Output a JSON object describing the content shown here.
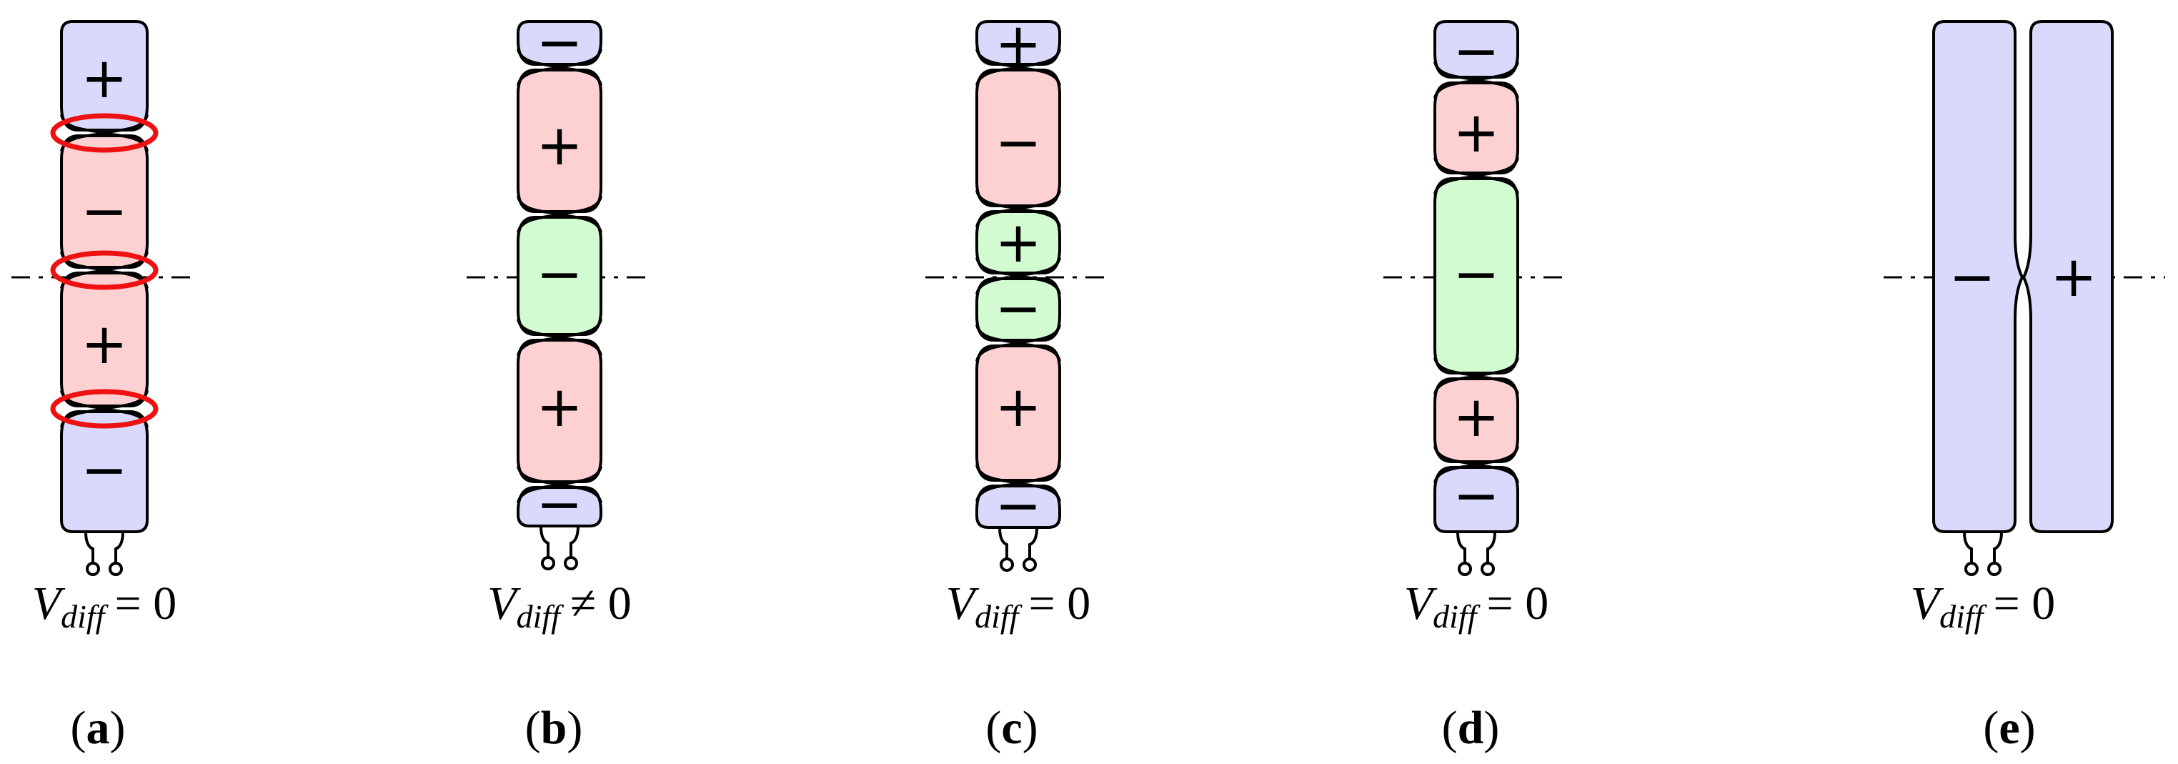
{
  "panels": [
    {
      "id": "a",
      "label": "a",
      "equation": {
        "v": "V",
        "sub": "diff",
        "rel": "= 0"
      },
      "segments": [
        {
          "sign": "+",
          "color": "blue"
        },
        {
          "sign": "−",
          "color": "red"
        },
        {
          "sign": "+",
          "color": "red"
        },
        {
          "sign": "−",
          "color": "blue"
        }
      ],
      "highlighted_crossings": true
    },
    {
      "id": "b",
      "label": "b",
      "equation": {
        "v": "V",
        "sub": "diff",
        "rel": "≠ 0"
      },
      "segments": [
        {
          "sign": "−",
          "color": "blue"
        },
        {
          "sign": "+",
          "color": "red"
        },
        {
          "sign": "−",
          "color": "green"
        },
        {
          "sign": "+",
          "color": "red"
        },
        {
          "sign": "−",
          "color": "blue"
        }
      ],
      "highlighted_crossings": false
    },
    {
      "id": "c",
      "label": "c",
      "equation": {
        "v": "V",
        "sub": "diff",
        "rel": "= 0"
      },
      "segments": [
        {
          "sign": "+",
          "color": "blue"
        },
        {
          "sign": "−",
          "color": "red"
        },
        {
          "sign": "+",
          "color": "green"
        },
        {
          "sign": "−",
          "color": "green"
        },
        {
          "sign": "+",
          "color": "red"
        },
        {
          "sign": "−",
          "color": "blue"
        }
      ],
      "highlighted_crossings": false
    },
    {
      "id": "d",
      "label": "d",
      "equation": {
        "v": "V",
        "sub": "diff",
        "rel": "= 0"
      },
      "segments": [
        {
          "sign": "−",
          "color": "blue"
        },
        {
          "sign": "+",
          "color": "red"
        },
        {
          "sign": "−",
          "color": "green"
        },
        {
          "sign": "+",
          "color": "red"
        },
        {
          "sign": "−",
          "color": "blue"
        }
      ],
      "highlighted_crossings": false
    },
    {
      "id": "e",
      "label": "e",
      "equation": {
        "v": "V",
        "sub": "diff",
        "rel": "= 0"
      },
      "segments": [
        {
          "sign": "−",
          "color": "blue"
        },
        {
          "sign": "+",
          "color": "blue"
        }
      ],
      "layout": "side-by-side",
      "highlighted_crossings": false
    }
  ],
  "colors": {
    "blue": "#d9d9fb",
    "red": "#fdd1d1",
    "green": "#d2fbd2",
    "stroke": "#000000",
    "highlight": "#ee1111"
  }
}
